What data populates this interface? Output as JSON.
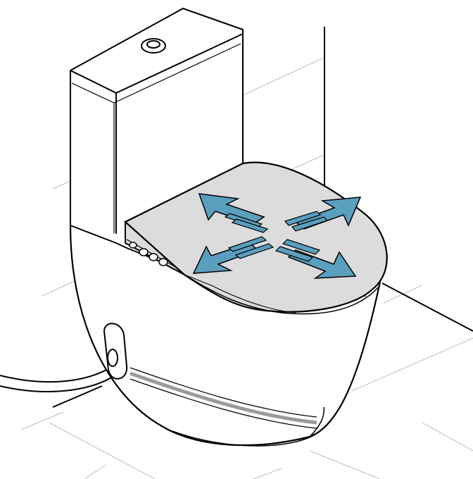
{
  "illustration": {
    "subject": "smart-toilet-lid-motion",
    "arrow_color": "#5b9fbe",
    "lid_color": "#dcdcdc",
    "line_color": "#000000",
    "tile_line_color": "#bdbdbd",
    "arrows": [
      {
        "direction": "up-left"
      },
      {
        "direction": "up-right"
      },
      {
        "direction": "down-left"
      },
      {
        "direction": "down-right"
      }
    ],
    "control_buttons": 4
  }
}
